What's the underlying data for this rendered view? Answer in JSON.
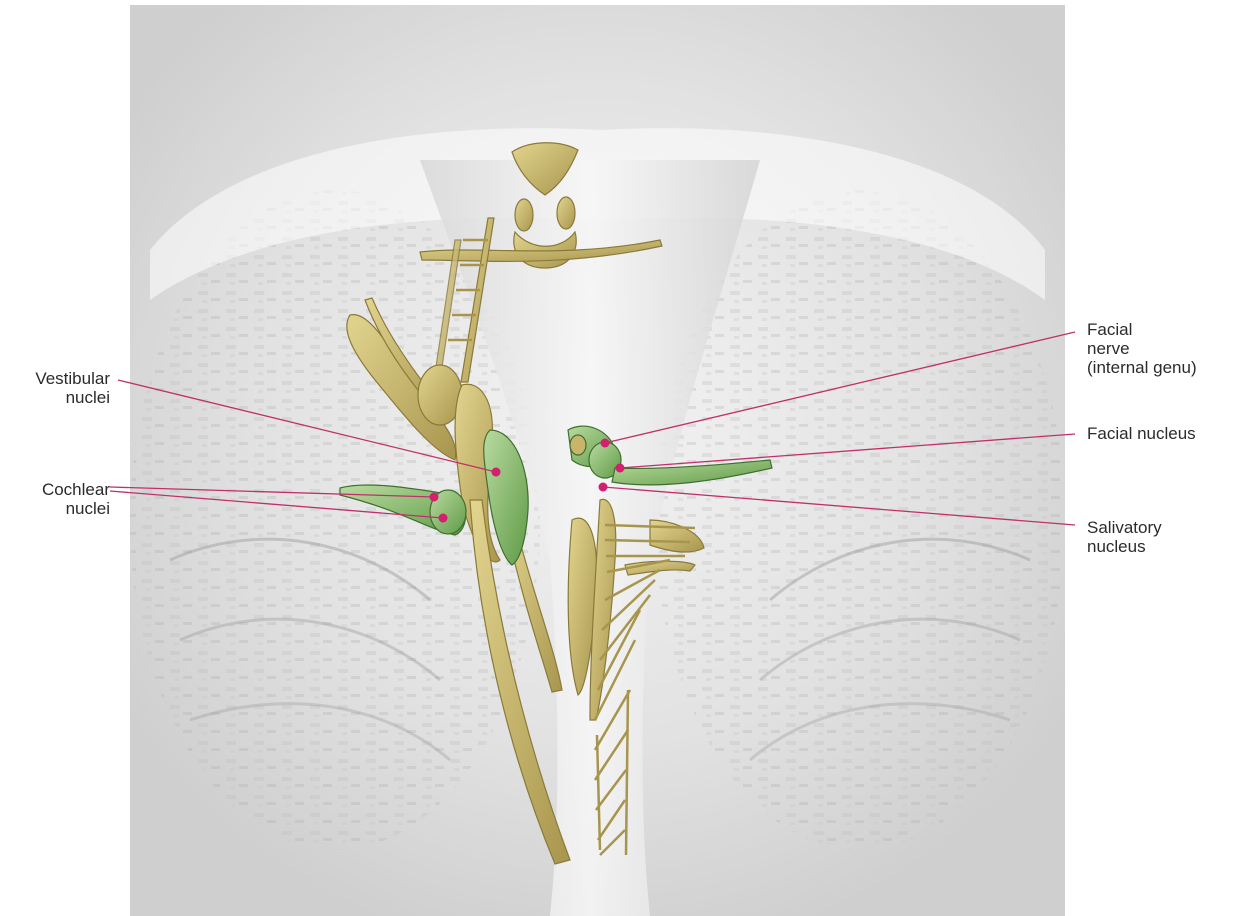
{
  "colors": {
    "leader_line": "#c0306a",
    "marker_dot": "#d21f70",
    "nucleus_green": "#8fbf6a",
    "nerve_tan": "#c8b56a",
    "brain_gray": "#d7d7d7"
  },
  "labels": {
    "vestibular": [
      "Vestibular",
      "nuclei"
    ],
    "cochlear": [
      "Cochlear",
      "nuclei"
    ],
    "facial_nerve": [
      "Facial",
      "nerve",
      "(internal genu)"
    ],
    "facial_nucleus": [
      "Facial nucleus"
    ],
    "salivatory": [
      "Salivatory",
      "nucleus"
    ]
  }
}
